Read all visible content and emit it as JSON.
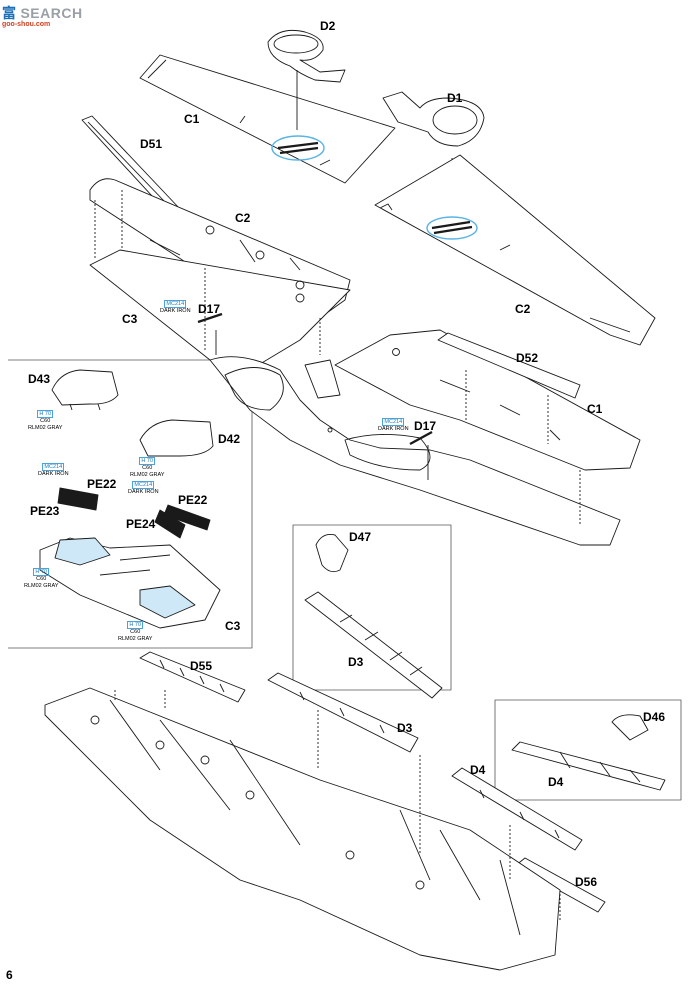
{
  "watermark": {
    "brand": "SEARCH",
    "cn": "富",
    "site": "goo-shou.com"
  },
  "page_number": "6",
  "labels": {
    "D2": "D2",
    "D1": "D1",
    "C1_top": "C1",
    "D51": "D51",
    "C2_top": "C2",
    "C2_right": "C2",
    "D17_a": "D17",
    "C3_top": "C3",
    "D52": "D52",
    "C1_right": "C1",
    "D43": "D43",
    "D42": "D42",
    "D17_b": "D17",
    "PE22_a": "PE22",
    "PE22_b": "PE22",
    "PE23": "PE23",
    "PE24": "PE24",
    "C3_inset": "C3",
    "D47": "D47",
    "D3_inset": "D3",
    "D55": "D55",
    "D3_main": "D3",
    "D46": "D46",
    "D4_inset": "D4",
    "D4_main": "D4",
    "D56": "D56"
  },
  "paint_notes": {
    "mc214_a": {
      "code": "MC214",
      "name": "DARK IRON"
    },
    "mc214_b": {
      "code": "MC214",
      "name": "DARK IRON"
    },
    "mc214_c": {
      "code": "MC214",
      "name": "DARK IRON"
    },
    "mc214_d": {
      "code": "MC214",
      "name": "DARK IRON"
    },
    "h70_a": {
      "code": "H 70",
      "sub": "C60",
      "name": "RLM02 GRAY"
    },
    "h70_b": {
      "code": "H 70",
      "sub": "C60",
      "name": "RLM02 GRAY"
    },
    "h70_c": {
      "code": "H 70",
      "sub": "C60",
      "name": "RLM02 GRAY"
    },
    "h70_d": {
      "code": "H 70",
      "sub": "C60",
      "name": "RLM02 GRAY"
    }
  },
  "colors": {
    "line": "#1a1a1a",
    "highlight": "#5ab4e6",
    "fill_blue": "#cfe8f7",
    "frame": "#555555"
  }
}
